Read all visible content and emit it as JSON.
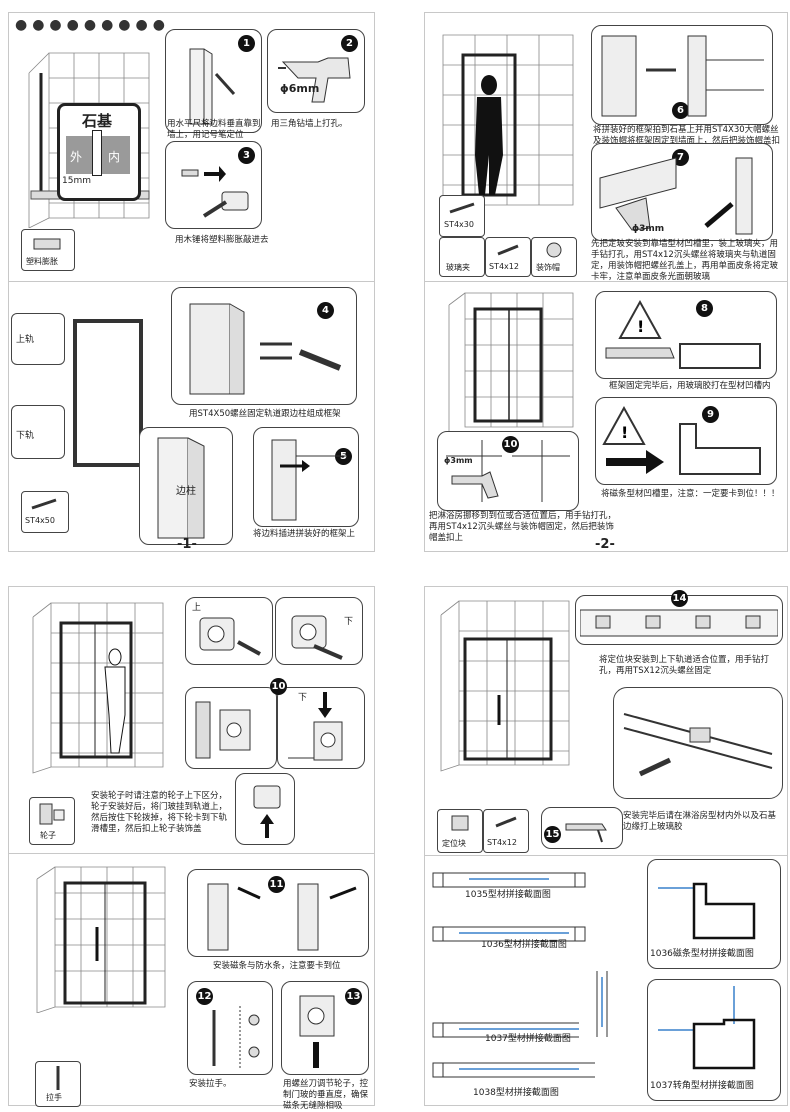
{
  "page1": {
    "page_number": "-1-",
    "inset_title": "石基",
    "inset_outer": "外",
    "inset_inner": "内",
    "inset_dim": "15mm",
    "step1_caption": "用水平尺将边料垂直靠到墙上，用记号笔定位",
    "step2_drill": "ϕ6mm",
    "step2_caption": "用三角钻墙上打孔。",
    "step3_caption": "用木锤将塑料膨胀敲进去",
    "anchor_label": "塑料膨胀",
    "upper_rail": "上轨",
    "lower_rail": "下轨",
    "screw_a": "ST4x50",
    "step4_caption": "用ST4X50螺丝固定轨道跟边柱组成框架",
    "side_post": "边柱",
    "step5_caption": "将边料插进拼装好的框架上",
    "steps": [
      "1",
      "2",
      "3",
      "4",
      "5"
    ]
  },
  "page2": {
    "page_number": "-2-",
    "step6_caption": "将拼装好的框架拍到石基上并用ST4X30大帽螺丝及装饰帽将框架固定到墙面上，然后把装饰帽盖扣上",
    "screw_b": "ST4x30",
    "part_clip": "玻璃夹",
    "screw_c": "ST4x12",
    "part_cap": "装饰帽",
    "step7_drill": "ϕ3mm",
    "step7_caption": "先把定玻安装到靠墙型材凹槽里，装上玻璃夹，用手钻打孔，用ST4x12沉头螺丝将玻璃夹与轨道固定，用装饰帽把螺丝孔盖上，再用单面皮条将定玻卡牢，注意单面皮条光面朝玻璃",
    "step8_caption": "框架固定完毕后，用玻璃胶打在型材凹槽内",
    "step9_caption": "将磁条型材凹槽里，注意：一定要卡到位！！！",
    "step10_drill": "ϕ3mm",
    "step10_caption": "把淋浴房挪移到到位或合适位置后，用手钻打孔，再用ST4x12沉头螺丝与装饰帽固定，然后把装饰帽盖扣上",
    "steps": [
      "6",
      "7",
      "8",
      "9",
      "10"
    ]
  },
  "page3": {
    "wheel_up": "上",
    "wheel_down": "下",
    "step10b_caption": "安装轮子时请注意的轮子上下区分，轮子安装好后，将门玻挂到轨道上，然后按住下轮拨掉，将下轮卡到下轨滑槽里，然后扣上轮子装饰盖",
    "wheel_label": "轮子",
    "step11_caption": "安装磁条与防水条，注意要卡到位",
    "step12_caption": "安装拉手。",
    "step13_caption": "用螺丝刀调节轮子，控制门玻的垂直度，确保磁条无缝隙相吸",
    "handle_label": "拉手",
    "steps": [
      "10",
      "11",
      "12",
      "13"
    ]
  },
  "page4": {
    "step14_caption": "将定位块安装到上下轨道适合位置，用手钻打孔，再用TSX12沉头螺丝固定",
    "locator_label": "定位块",
    "screw_d": "ST4x12",
    "step15_caption": "安装完毕后请在淋浴房型材内外以及石基边缘打上玻璃胶",
    "sec1035": "1035型材拼接截面图",
    "sec1036": "1036型材拼接截面图",
    "sec1037": "1037型材拼接截面图",
    "sec1038": "1038型材拼接截面图",
    "sec1036m": "1036磁条型材拼接截面图",
    "sec1037c": "1037转角型材拼接截面图",
    "steps": [
      "14",
      "15"
    ]
  }
}
